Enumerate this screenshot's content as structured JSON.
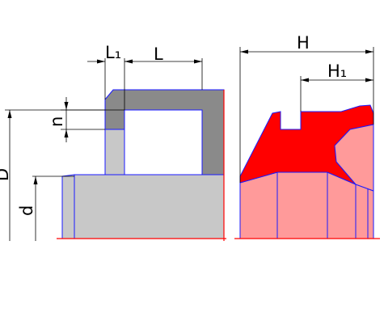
{
  "labels": {
    "L1": "L₁",
    "L": "L",
    "H": "H",
    "H1": "H₁",
    "n": "n",
    "D": "D",
    "d": "d"
  },
  "colors": {
    "outline": "#1a1aff",
    "housing": "#c8c8c8",
    "seal_dark": "#8a8a8a",
    "lip_red": "#ff0000",
    "seal_pink": "#ff9a9a",
    "axis_red": "#ff0000",
    "dim_line": "#000000"
  }
}
